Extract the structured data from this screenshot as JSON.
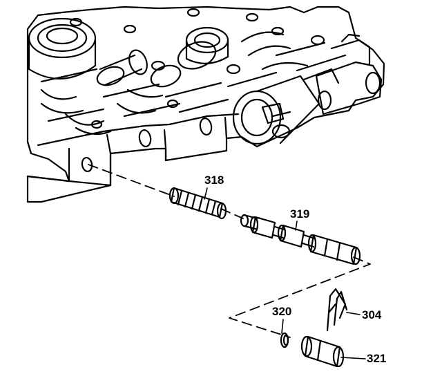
{
  "callouts": {
    "c318": "318",
    "c319": "319",
    "c320": "320",
    "c304": "304",
    "c321": "321"
  },
  "colors": {
    "ink": "#000000",
    "paper": "#ffffff"
  }
}
